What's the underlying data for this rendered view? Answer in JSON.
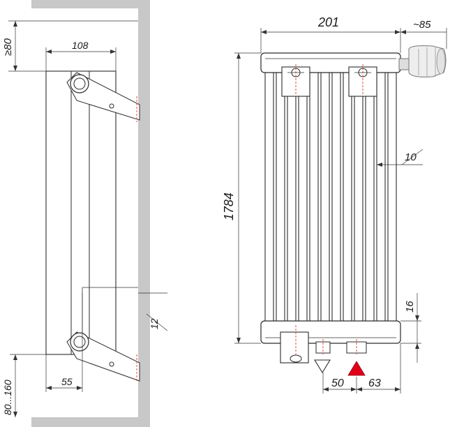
{
  "side_view": {
    "wall_gap_label": "≥80",
    "depth_label": "108",
    "pipe_spacing_label": "55",
    "bottom_clearance_label": "80...160",
    "wall_bracket_label": "12"
  },
  "front_view": {
    "width_label": "201",
    "valve_label": "~85",
    "height_label": "1784",
    "tube_label": "10",
    "bottom_offset_label": "16",
    "outlet_offset_label": "50",
    "inlet_offset_label": "63"
  },
  "colors": {
    "wall": "#c8c8c8",
    "supply_arrow": "#e0001a",
    "centerline": "#e23b2a"
  },
  "icons": {
    "supply": "red-triangle-up-icon",
    "return": "outline-triangle-down-icon"
  }
}
